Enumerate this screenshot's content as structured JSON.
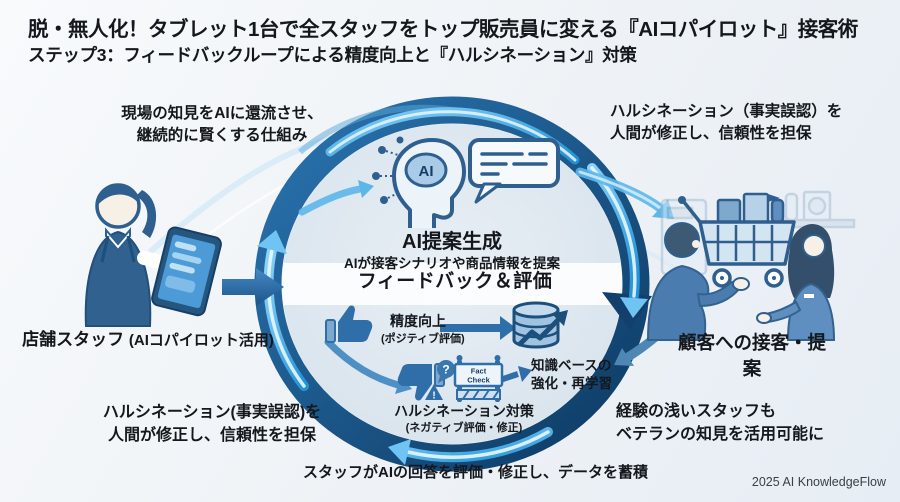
{
  "title": {
    "line1": "脱・無人化！タブレット1台で全スタッフをトップ販売員に変える『AIコパイロット』接客術",
    "line2": "ステップ3：フィードバックループによる精度向上と『ハルシネーション』対策"
  },
  "callouts": {
    "top_left": {
      "line1": "現場の知見をAIに還流させ、",
      "line2": "継続的に賢くする仕組み"
    },
    "top_right": {
      "line1": "ハルシネーション（事実誤認）を",
      "line2": "人間が修正し、信頼性を担保"
    },
    "bottom_left": {
      "line1": "ハルシネーション(事実誤認)を",
      "line2": "人間が修正し、信頼性を担保"
    },
    "bottom_right": {
      "line1": "経験の浅いスタッフも",
      "line2": "ベテランの知見を活用可能に"
    },
    "bottom_center": "スタッフがAIの回答を評価・修正し、データを蓄積"
  },
  "actors": {
    "staff": {
      "line1": "店舗スタッフ",
      "line2": "(AIコパイロット活用)"
    },
    "customer": {
      "label": "顧客への接客・提案"
    }
  },
  "cycle": {
    "ai_generation": {
      "badge": "AI",
      "title": "AI提案生成",
      "subtitle": "AIが接客シナリオや商品情報を提案"
    },
    "feedback": {
      "title": "フィードバック＆評価",
      "positive_label": "精度向上",
      "positive_sub": "(ポジティブ評価)",
      "question_mark": "?",
      "warning_mark": "!",
      "fact_check_line1": "Fact",
      "fact_check_line2": "Check",
      "knowledge_line1": "知識ベースの",
      "knowledge_line2": "強化・再学習",
      "negative_label": "ハルシネーション対策",
      "negative_sub": "(ネガティブ評価・修正)"
    }
  },
  "footer": "2025 AI KnowledgeFlow",
  "colors": {
    "ring_dark": "#123f6b",
    "ring_mid": "#2a74b0",
    "glow": "#45b4f2",
    "accent": "#2f6ea8",
    "text": "#14181c"
  }
}
